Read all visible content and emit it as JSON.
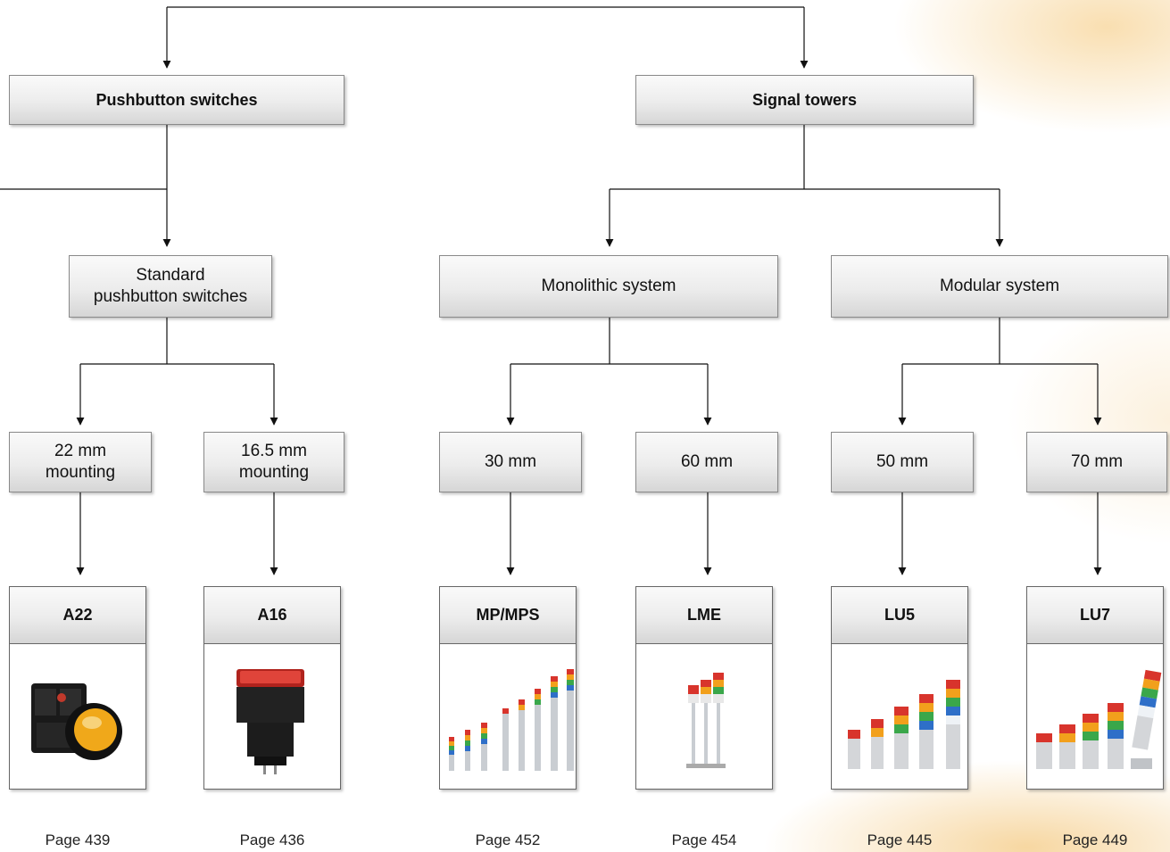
{
  "categories": {
    "pushbutton": "Pushbutton switches",
    "signal": "Signal towers"
  },
  "subgroups": {
    "standard": "Standard\npushbutton switches",
    "monolithic": "Monolithic system",
    "modular": "Modular system"
  },
  "sizes": {
    "s22": "22 mm\nmounting",
    "s165": "16.5 mm\nmounting",
    "s30": "30 mm",
    "s60": "60 mm",
    "s50": "50 mm",
    "s70": "70 mm"
  },
  "products": [
    {
      "name": "A22",
      "page": "Page 439",
      "image": "pushbutton-a22-image"
    },
    {
      "name": "A16",
      "page": "Page 436",
      "image": "pushbutton-a16-image"
    },
    {
      "name": "MP/MPS",
      "page": "Page 452",
      "image": "signal-tower-mp-image"
    },
    {
      "name": "LME",
      "page": "Page 454",
      "image": "signal-tower-lme-image"
    },
    {
      "name": "LU5",
      "page": "Page 445",
      "image": "signal-tower-lu5-image"
    },
    {
      "name": "LU7",
      "page": "Page 449",
      "image": "signal-tower-lu7-image"
    }
  ],
  "colors": {
    "line": "#111111",
    "box_border": "#8a8a8a",
    "tower_red": "#d8342c",
    "tower_orange": "#f2a01c",
    "tower_green": "#3aa74a",
    "tower_blue": "#2e6fc8",
    "button_amber": "#f0a81a"
  }
}
